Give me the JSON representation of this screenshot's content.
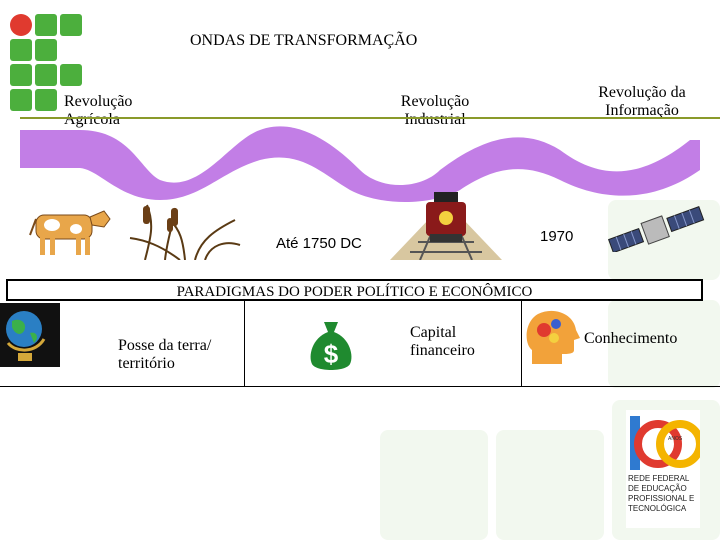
{
  "title": "ONDAS DE TRANSFORMAÇÃO",
  "waves": {
    "agricola": "Revolução Agrícola",
    "industrial": "Revolução Industrial",
    "informacao": "Revolução da Informação"
  },
  "dates": {
    "industrial": "Até 1750 DC",
    "informacao": "1970"
  },
  "paradigms": {
    "heading": "PARADIGMAS DO PODER POLÍTICO E ECONÔMICO",
    "terra": "Posse da terra/ território",
    "capital": "Capital financeiro",
    "conhecimento": "Conhecimento"
  },
  "logo": {
    "number": "100",
    "years": "ANOS",
    "text": "REDE FEDERAL DE EDUCAÇÃO PROFISSIONAL E TECNOLÓGICA"
  },
  "colors": {
    "green": "#4caf3d",
    "red": "#e03a2f",
    "wave": "#c27ee6",
    "line": "#8a9a2a"
  },
  "icons": [
    "cow-icon",
    "cattail-icon",
    "locomotive-icon",
    "satellite-icon",
    "globe-icon",
    "money-bag-icon",
    "head-gears-icon"
  ]
}
